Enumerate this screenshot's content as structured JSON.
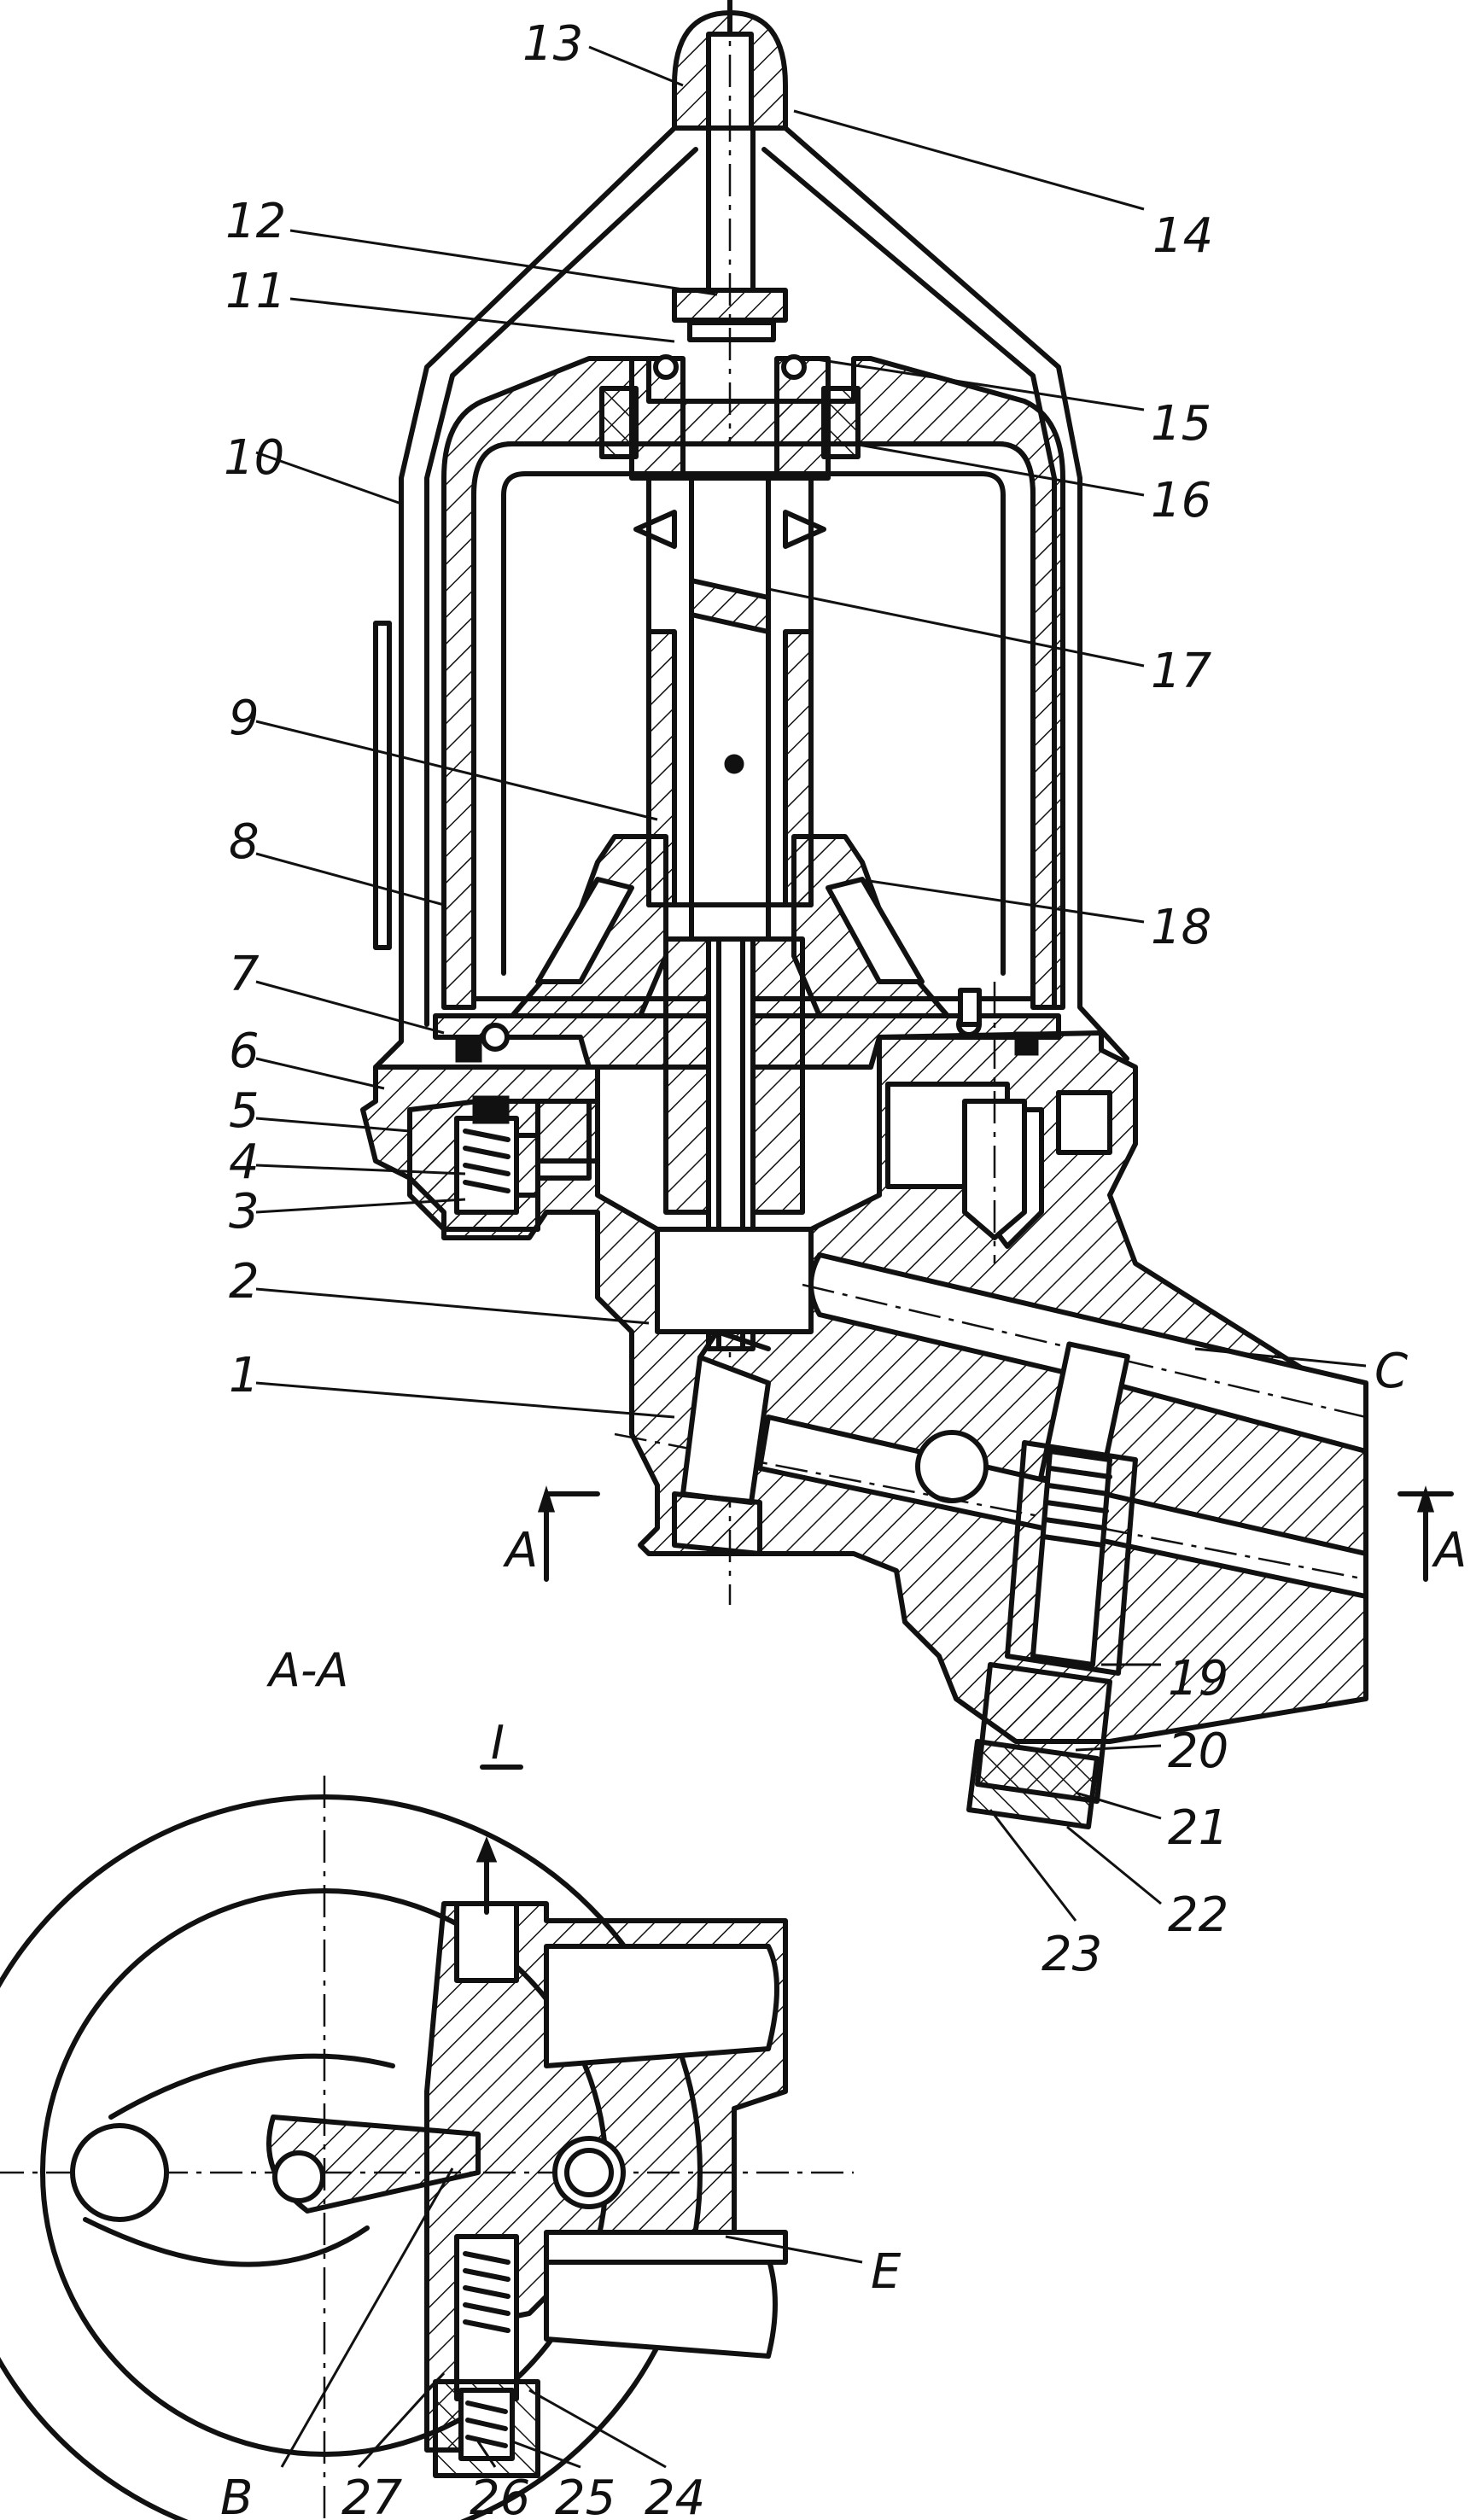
{
  "title": "",
  "section_title": "A-A",
  "view_label": "I",
  "callouts": {
    "c1": "1",
    "c2": "2",
    "c3": "3",
    "c4": "4",
    "c5": "5",
    "c6": "6",
    "c7": "7",
    "c8": "8",
    "c9": "9",
    "c10": "10",
    "c11": "11",
    "c12": "12",
    "c13": "13",
    "c14": "14",
    "c15": "15",
    "c16": "16",
    "c17": "17",
    "c18": "18",
    "c19": "19",
    "c20": "20",
    "c21": "21",
    "c22": "22",
    "c23": "23",
    "c24": "24",
    "c25": "25",
    "c26": "26",
    "c27": "27"
  },
  "channel_labels": {
    "c": "C",
    "e": "E",
    "b": "B"
  },
  "section_marks": {
    "left": "A",
    "right": "A"
  },
  "colors": {
    "ink": "#111111",
    "paper": "#ffffff"
  }
}
